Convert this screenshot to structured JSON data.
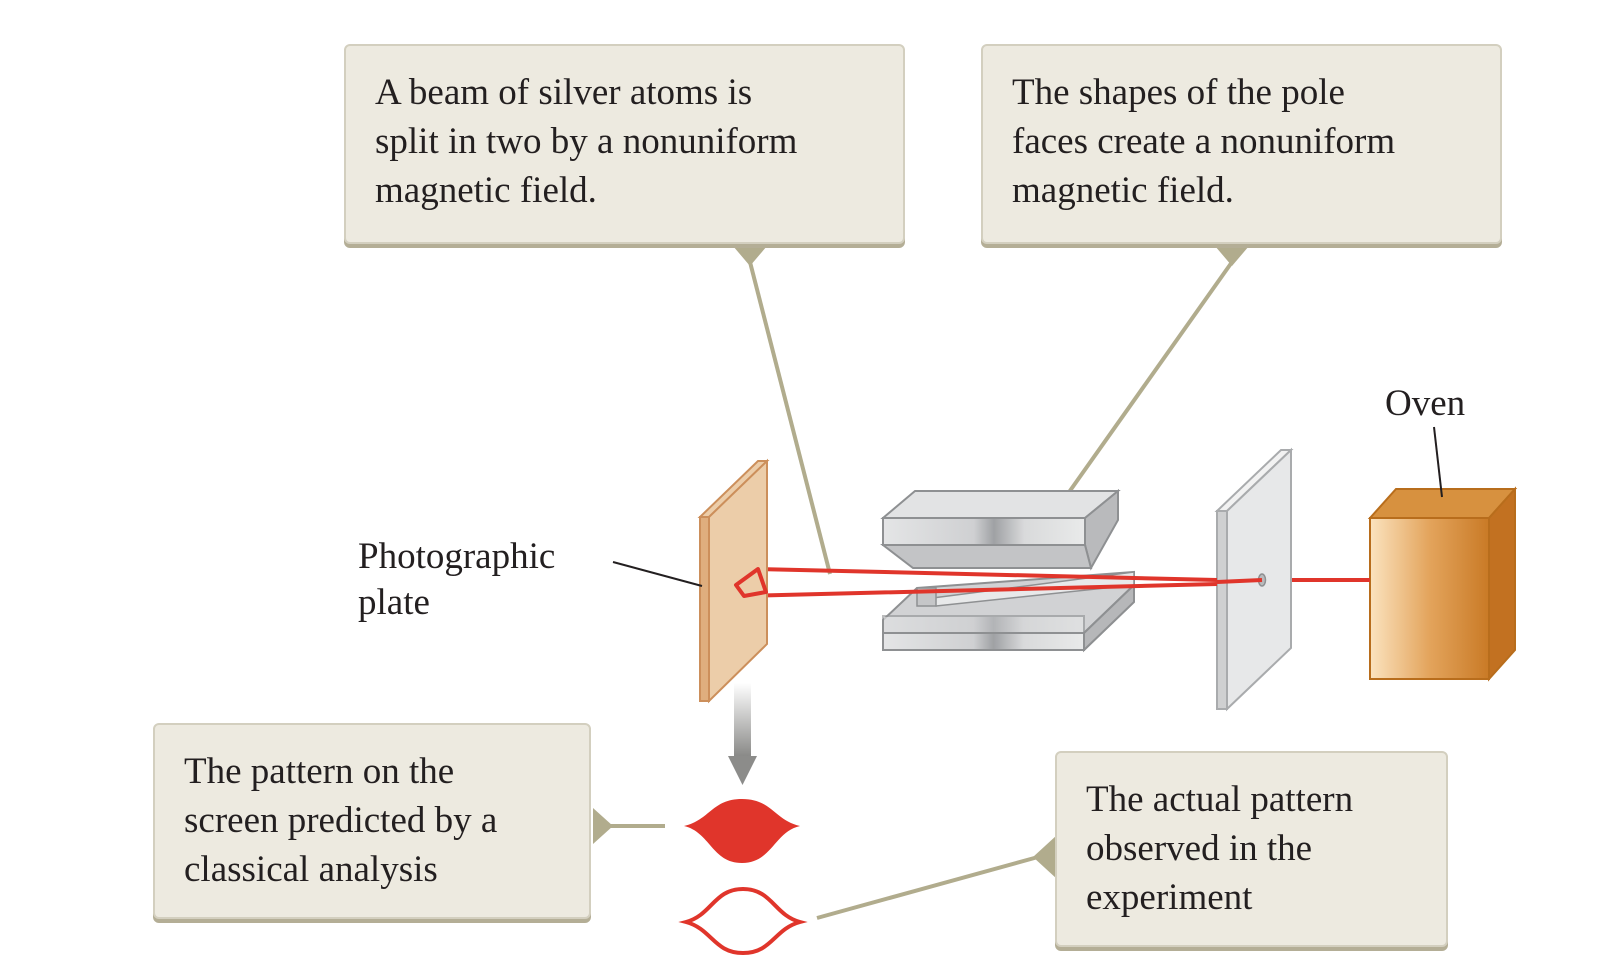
{
  "callouts": {
    "beam_split": "A beam of silver atoms is\nsplit in two by a nonuniform\nmagnetic field.",
    "pole_faces": "The shapes of the pole\nfaces create a nonuniform\nmagnetic field.",
    "classical_pattern": "The pattern on the\nscreen predicted by a\nclassical analysis",
    "actual_pattern": "The actual pattern\nobserved in the\nexperiment"
  },
  "labels": {
    "photographic_plate": "Photographic\nplate",
    "oven": "Oven"
  },
  "colors": {
    "beam": "#e0352b",
    "leader_line": "#b1ac8d",
    "callout_fill": "#edeae0",
    "oven_front": "#e2a25a",
    "plate_fill": "#eccda9",
    "magnet_grey": "#c5c6c8"
  }
}
